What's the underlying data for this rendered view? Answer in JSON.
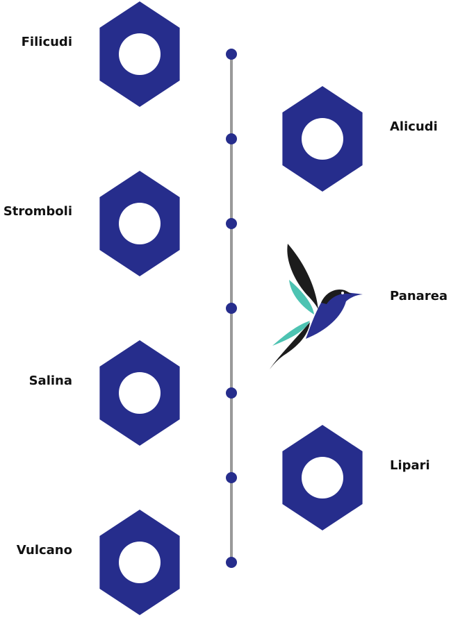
{
  "colors": {
    "hexagon": "#262d8c",
    "hole": "#ffffff",
    "line": "#9a9a9a",
    "dot": "#262d8c",
    "bird_dark": "#1c1c1c",
    "bird_teal": "#4dc3b2",
    "bird_blue": "#2b3192"
  },
  "islands": [
    {
      "name": "Filicudi",
      "side": "left",
      "marker": "hexagon"
    },
    {
      "name": "Alicudi",
      "side": "right",
      "marker": "hexagon"
    },
    {
      "name": "Stromboli",
      "side": "left",
      "marker": "hexagon"
    },
    {
      "name": "Panarea",
      "side": "right",
      "marker": "hummingbird-icon"
    },
    {
      "name": "Salina",
      "side": "left",
      "marker": "hexagon"
    },
    {
      "name": "Lipari",
      "side": "right",
      "marker": "hexagon"
    },
    {
      "name": "Vulcano",
      "side": "left",
      "marker": "hexagon"
    }
  ]
}
